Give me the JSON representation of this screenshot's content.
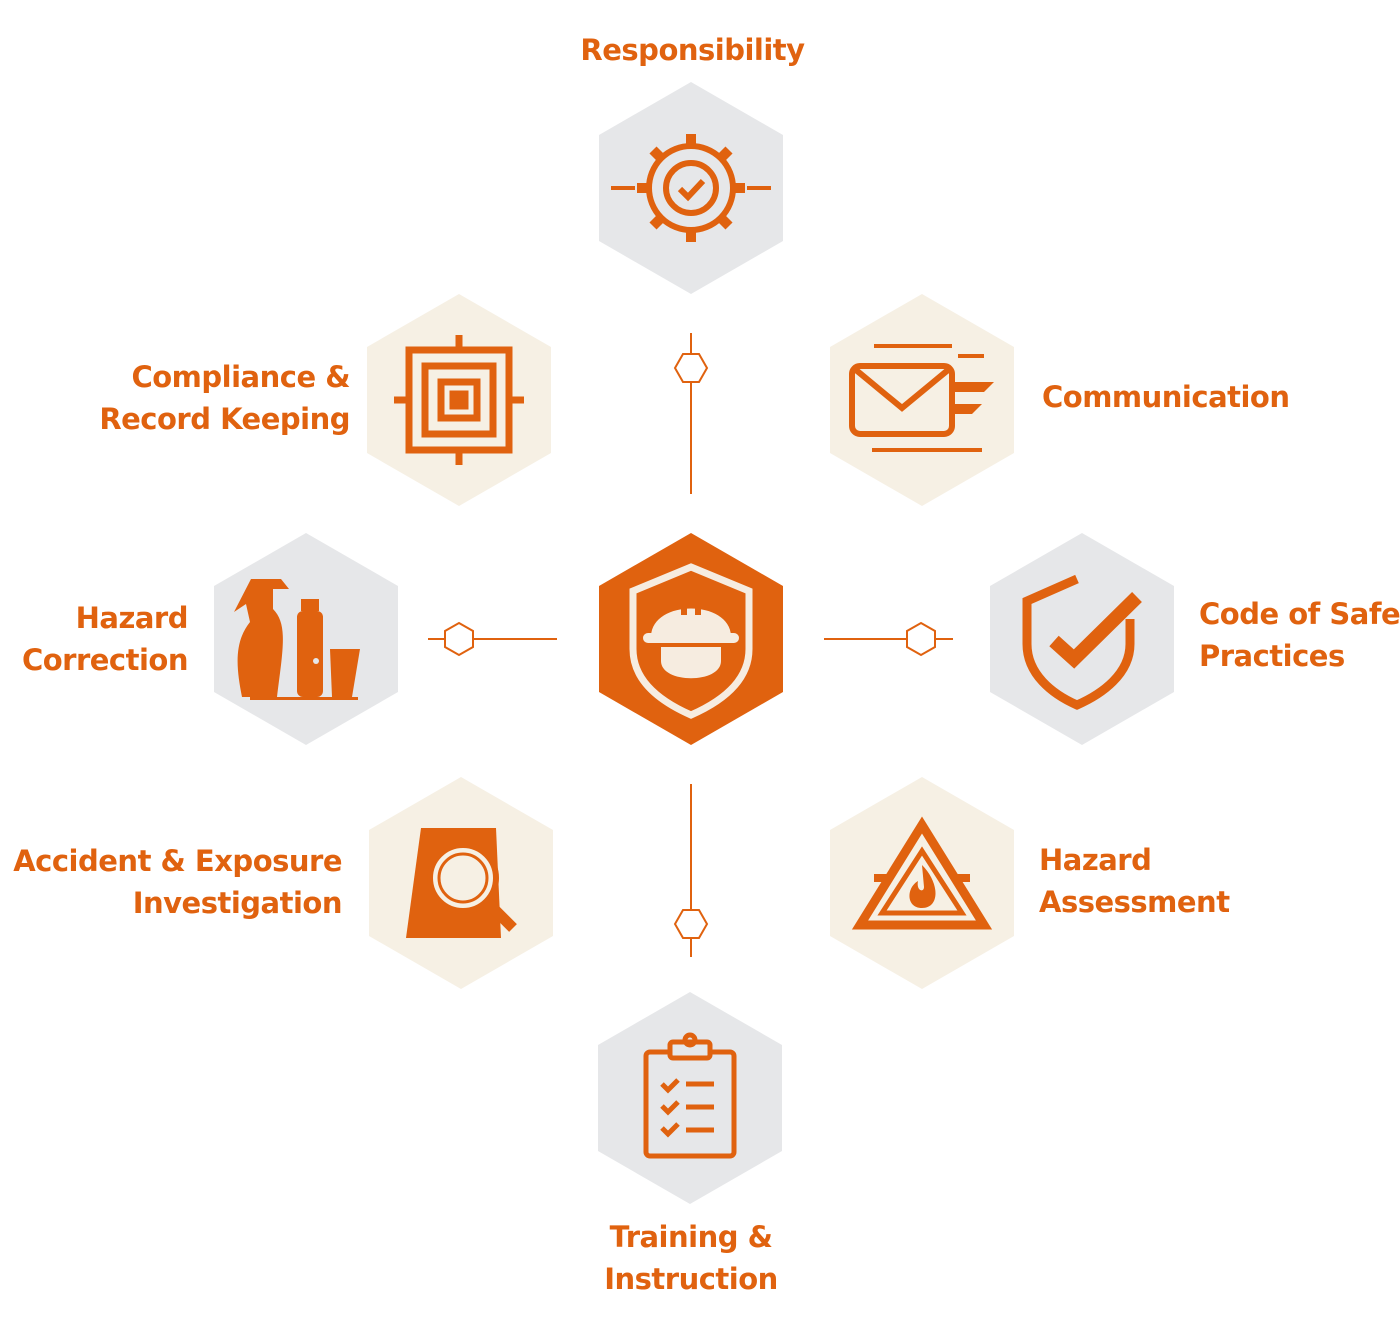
{
  "colors": {
    "accent": "#e0620f",
    "gray_hex": "#e6e7e9",
    "beige_hex": "#f6f0e4",
    "center_icon": "#f6ece0"
  },
  "center": {
    "icon": "hard-hat-shield-icon"
  },
  "nodes": [
    {
      "id": "responsibility",
      "lines": [
        "Responsibility"
      ],
      "icon": "gear-check-icon"
    },
    {
      "id": "compliance",
      "lines": [
        "Compliance &",
        "Record Keeping"
      ],
      "icon": "maze-target-icon"
    },
    {
      "id": "communication",
      "lines": [
        "Communication"
      ],
      "icon": "envelope-fast-icon"
    },
    {
      "id": "hazard-correction",
      "lines": [
        "Hazard",
        "Correction"
      ],
      "icon": "cleaning-bottles-icon"
    },
    {
      "id": "code-of-safe-practices",
      "lines": [
        "Code of Safe",
        "Practices"
      ],
      "icon": "shield-check-icon"
    },
    {
      "id": "accident",
      "lines": [
        "Accident & Exposure",
        "Investigation"
      ],
      "icon": "document-magnifier-icon"
    },
    {
      "id": "hazard-assessment",
      "lines": [
        "Hazard",
        "Assessment"
      ],
      "icon": "fire-warning-triangle-icon"
    },
    {
      "id": "training",
      "lines": [
        "Training &",
        "Instruction"
      ],
      "icon": "clipboard-checklist-icon"
    }
  ]
}
